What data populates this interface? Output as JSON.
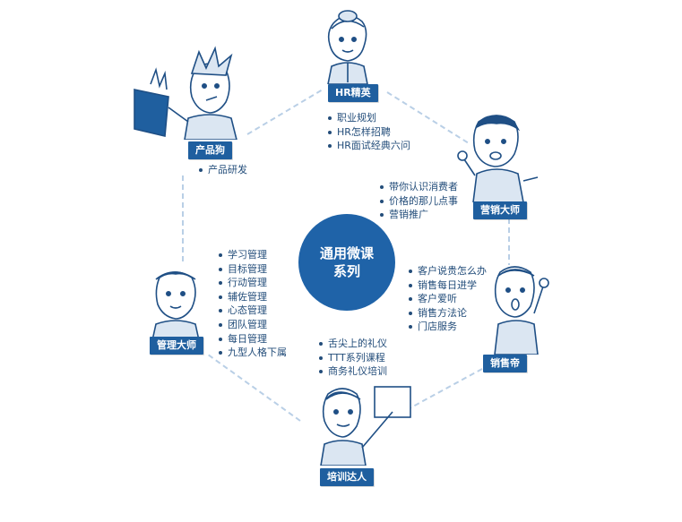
{
  "center": {
    "line1": "通用微课",
    "line2": "系列"
  },
  "roles": {
    "hr": {
      "label": "HR精英",
      "topics": [
        "职业规划",
        "HR怎样招聘",
        "HR面试经典六问"
      ]
    },
    "sales_master": {
      "label": "营销大师",
      "topics": [
        "带你认识消费者",
        "价格的那儿点事",
        "营销推广"
      ]
    },
    "sales_emperor": {
      "label": "销售帝",
      "topics": [
        "客户说贵怎么办",
        "销售每日进学",
        "客户爱听",
        "销售方法论",
        "门店服务"
      ]
    },
    "trainer": {
      "label": "培训达人",
      "topics": [
        "舌尖上的礼仪",
        "TTT系列课程",
        "商务礼仪培训"
      ]
    },
    "manager": {
      "label": "管理大师",
      "topics": [
        "学习管理",
        "目标管理",
        "行动管理",
        "辅佐管理",
        "心态管理",
        "团队管理",
        "每日管理",
        "九型人格下属"
      ]
    },
    "product": {
      "label": "产品狗",
      "topics": [
        "产品研发"
      ]
    }
  },
  "colors": {
    "primary": "#1f5f9f",
    "line": "#b9cfe6",
    "ink": "#234d7a"
  },
  "icons": [
    "hr-character-icon",
    "sales-master-character-icon",
    "sales-emperor-character-icon",
    "trainer-character-icon",
    "manager-character-icon",
    "product-character-icon"
  ]
}
